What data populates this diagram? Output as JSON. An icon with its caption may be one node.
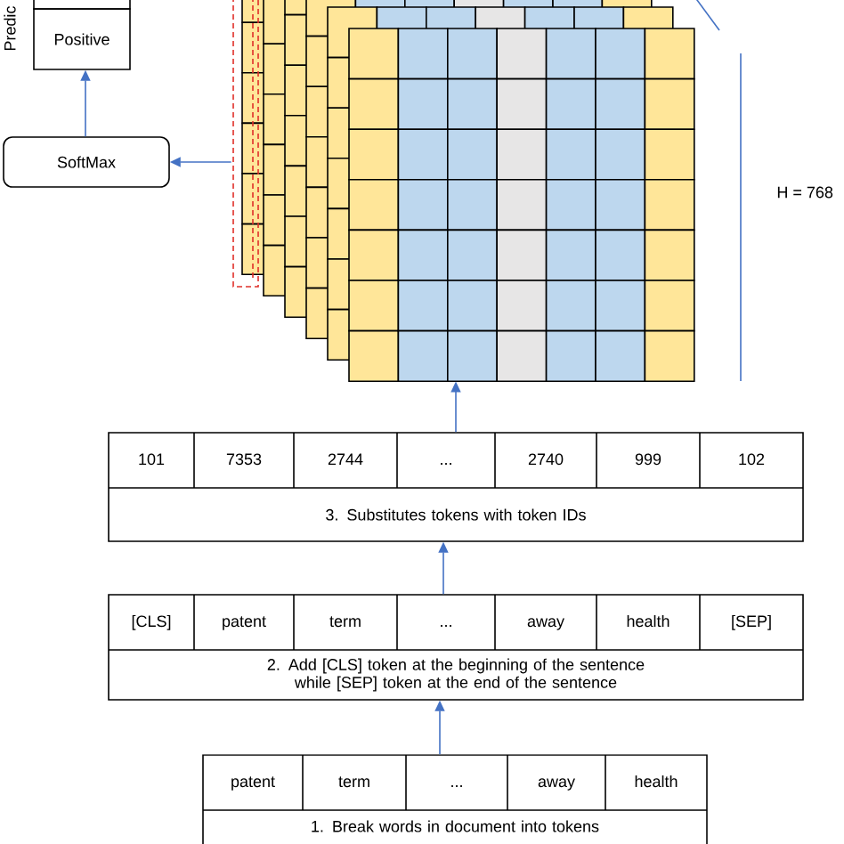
{
  "diagram": {
    "nodes": [
      {
        "text": [
          "Positive"
        ]
      },
      {
        "text": [
          "SoftMax"
        ]
      },
      {
        "text": [],
        "shape": "grid"
      },
      {
        "text": [
          "101",
          "7353",
          "2744",
          "...",
          "2740",
          "999",
          "102",
          "3. Substitutes tokens with token IDs"
        ]
      },
      {
        "text": [
          "[CLS]",
          "patent",
          "term",
          "...",
          "away",
          "health",
          "[SEP]",
          "2. Add [CLS] token at the beginning of the sentence while [SEP] token at the end of the sentence"
        ]
      },
      {
        "text": [
          "patent",
          "term",
          "...",
          "away",
          "health",
          "1.   Break words in document into tokens"
        ]
      }
    ],
    "edges": [
      {
        "from": 2,
        "to": 1,
        "arrow": "to"
      },
      {
        "from": 1,
        "to": 0,
        "arrow": "to"
      },
      {
        "from": 3,
        "to": 2,
        "arrow": "to"
      },
      {
        "from": 4,
        "to": 3,
        "arrow": "to"
      },
      {
        "from": 5,
        "to": 4,
        "arrow": "to"
      }
    ],
    "labels": [
      "Predic",
      "H = 768"
    ]
  }
}
